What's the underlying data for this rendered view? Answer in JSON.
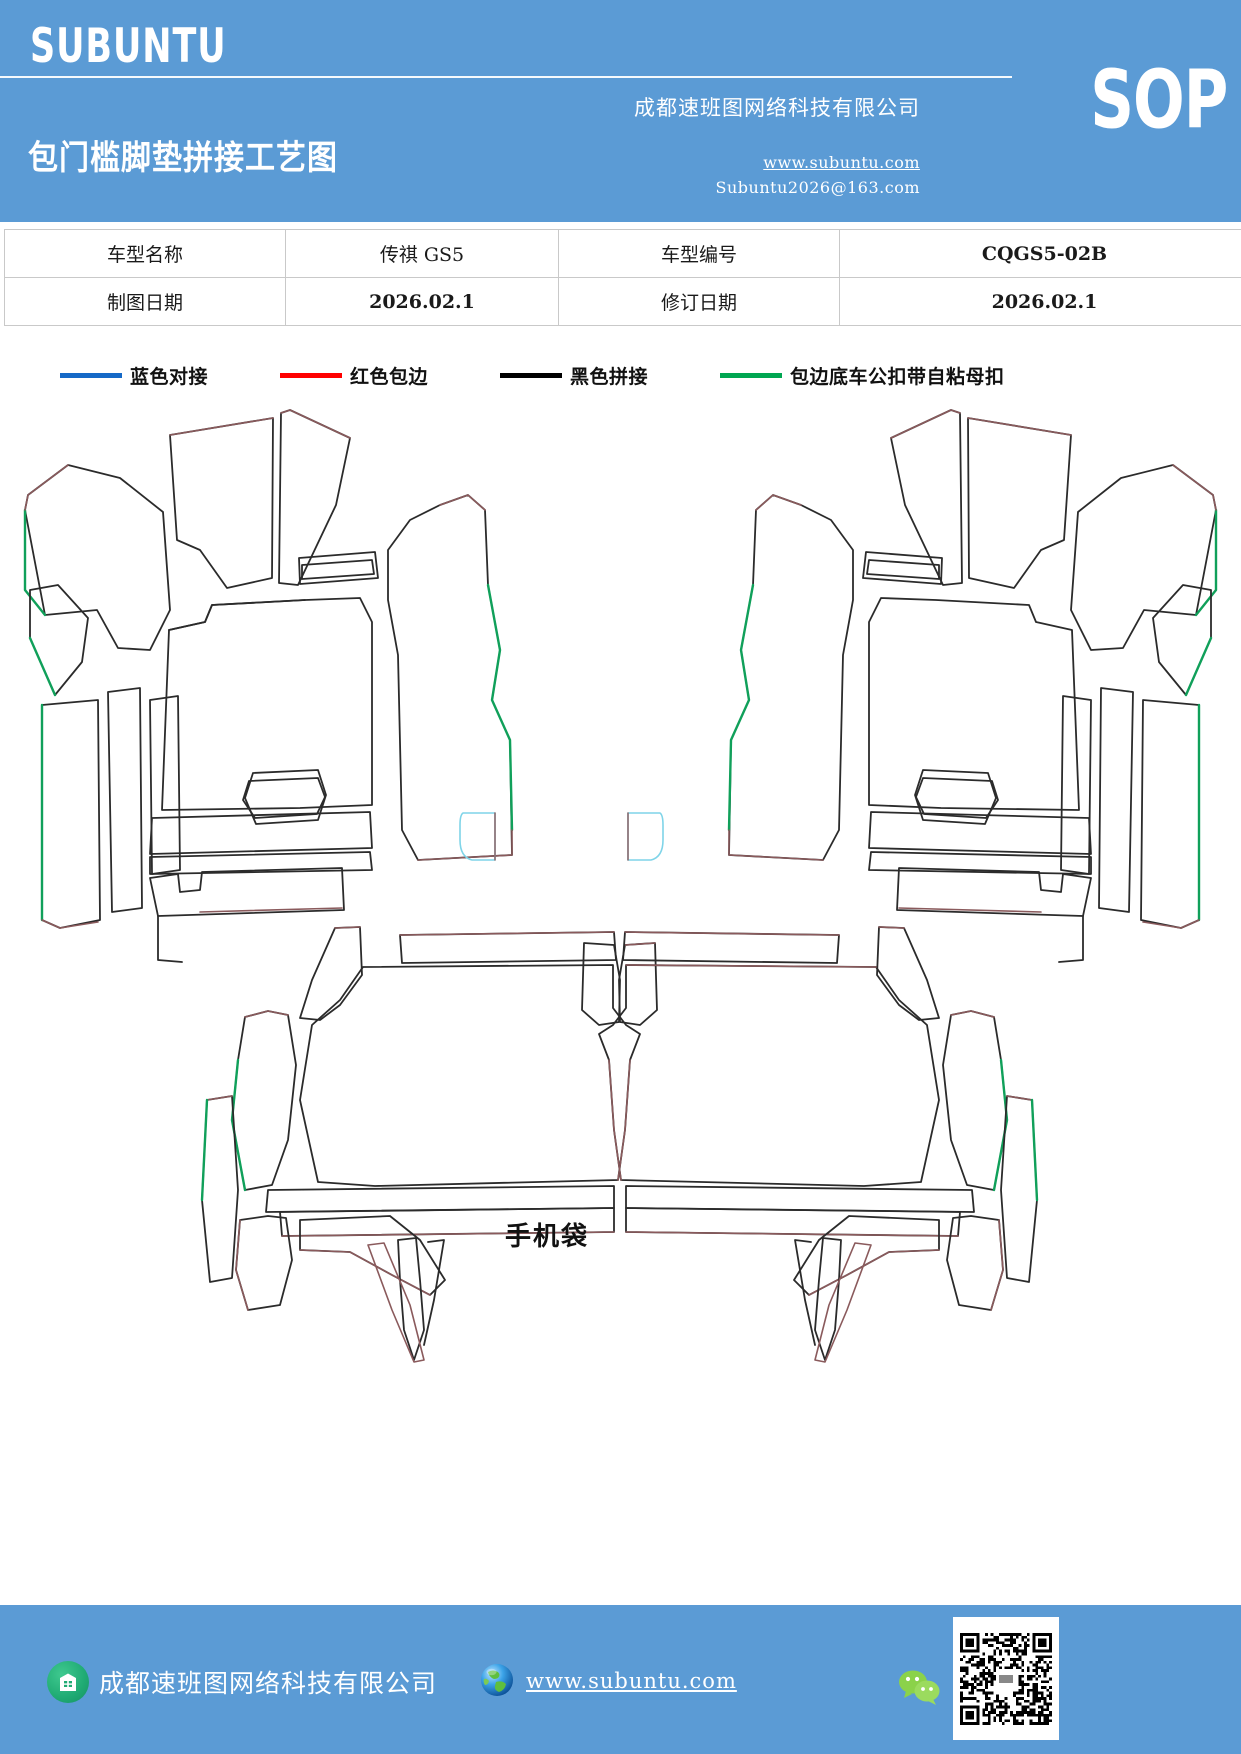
{
  "header": {
    "brand": "SUBUNTU",
    "doc_title": "包门槛脚垫拼接工艺图",
    "company": "成都速班图网络科技有限公司",
    "badge": "SOP",
    "website": "www.subuntu.com",
    "email": "Subuntu2026@163.com",
    "bg_color": "#5B9BD5"
  },
  "info_table": {
    "rows": [
      {
        "key1": "车型名称",
        "value1": "传祺 GS5",
        "key2": "车型编号",
        "value2": "CQGS5-02B"
      },
      {
        "key1": "制图日期",
        "value1": "2026.02.1",
        "key2": "修订日期",
        "value2": "2026.02.1"
      }
    ]
  },
  "legend": {
    "items": [
      {
        "label": "蓝色对接",
        "color": "#1569C7"
      },
      {
        "label": "红色包边",
        "color": "#FF0000"
      },
      {
        "label": "黑色拼接",
        "color": "#000000"
      },
      {
        "label": "包边底车公扣带自粘母扣",
        "color": "#00A651"
      }
    ]
  },
  "drawing": {
    "pocket_label": "手机袋",
    "stroke_black": "#2b2b2b",
    "stroke_red": "#8a5a5c",
    "stroke_green": "#10a05a",
    "stroke_blue": "#7fd4e8"
  },
  "footer": {
    "company": "成都速班图网络科技有限公司",
    "website": "www.subuntu.com",
    "building_icon": "building-icon",
    "globe_icon": "globe-icon",
    "wechat_icon": "wechat-icon",
    "qr_icon": "qr-code"
  }
}
